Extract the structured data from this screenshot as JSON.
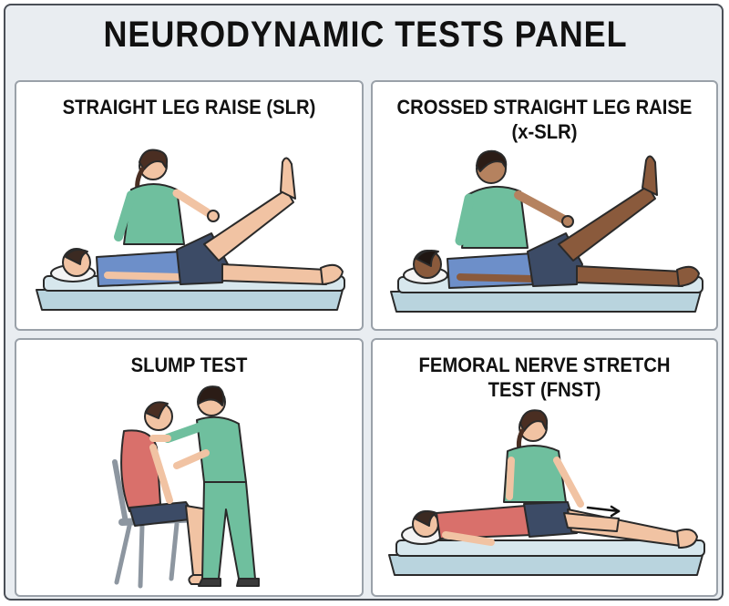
{
  "title": "NEURODYNAMIC TESTS PANEL",
  "panels": [
    {
      "label": "STRAIGHT LEG RAISE (SLR)"
    },
    {
      "label": "CROSSED STRAIGHT LEG RAISE\n(x-SLR)"
    },
    {
      "label": "SLUMP TEST"
    },
    {
      "label": "FEMORAL NERVE STRETCH\nTEST (FNST)"
    }
  ],
  "colors": {
    "scrubs": "#6fbf9e",
    "patient_shirt_blue": "#6d8fc9",
    "patient_shirt_red": "#d9706b",
    "shorts": "#3c4b66",
    "skin": "#f1c3a3",
    "skin_dark": "#b5825f",
    "table": "#b9d4de",
    "outline": "#2a2a2a"
  }
}
